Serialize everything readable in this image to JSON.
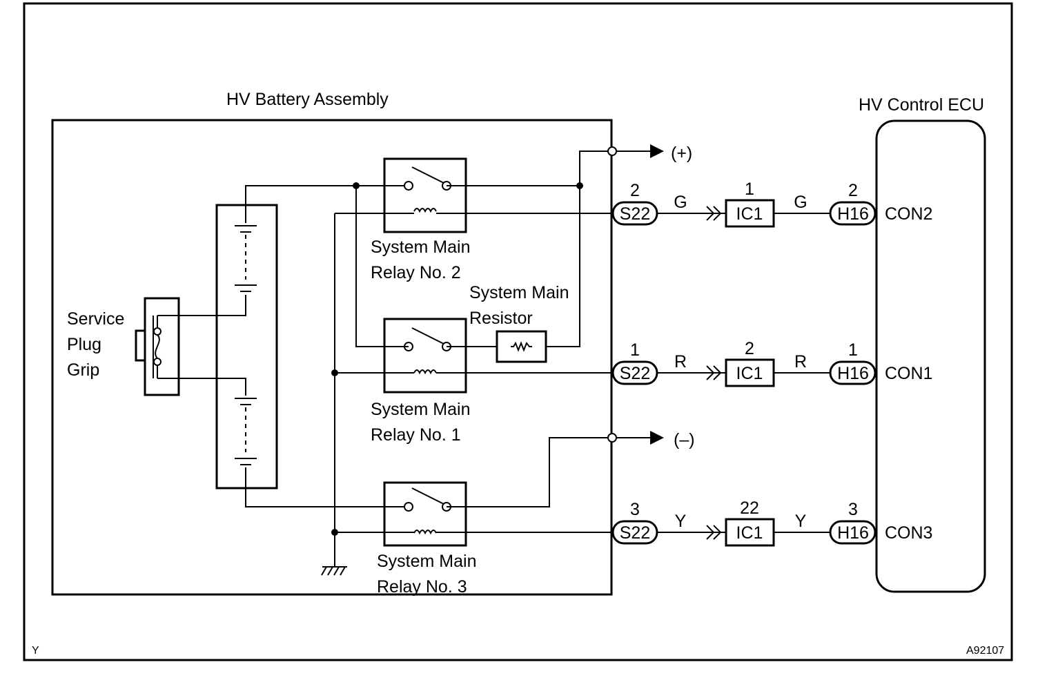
{
  "labels": {
    "hv_battery_assembly": "HV Battery Assembly",
    "hv_control_ecu": "HV Control ECU",
    "service_plug": [
      "Service",
      "Plug",
      "Grip"
    ],
    "smr2": [
      "System Main",
      "Relay No. 2"
    ],
    "smr1": [
      "System Main",
      "Relay No. 1"
    ],
    "smr3": [
      "System Main",
      "Relay No. 3"
    ],
    "resistor": [
      "System Main",
      "Resistor"
    ],
    "plus": "(+)",
    "minus": "(–)",
    "corner_left": "Y",
    "corner_right": "A92107"
  },
  "circuits": [
    {
      "ecu_terminal": "CON2",
      "battery_connector": {
        "id": "S22",
        "pin": "2"
      },
      "wire_color_1": "G",
      "junction": {
        "id": "IC1",
        "pin": "1"
      },
      "wire_color_2": "G",
      "ecu_connector": {
        "id": "H16",
        "pin": "2"
      }
    },
    {
      "ecu_terminal": "CON1",
      "battery_connector": {
        "id": "S22",
        "pin": "1"
      },
      "wire_color_1": "R",
      "junction": {
        "id": "IC1",
        "pin": "2"
      },
      "wire_color_2": "R",
      "ecu_connector": {
        "id": "H16",
        "pin": "1"
      }
    },
    {
      "ecu_terminal": "CON3",
      "battery_connector": {
        "id": "S22",
        "pin": "3"
      },
      "wire_color_1": "Y",
      "junction": {
        "id": "IC1",
        "pin": "22"
      },
      "wire_color_2": "Y",
      "ecu_connector": {
        "id": "H16",
        "pin": "3"
      }
    }
  ]
}
